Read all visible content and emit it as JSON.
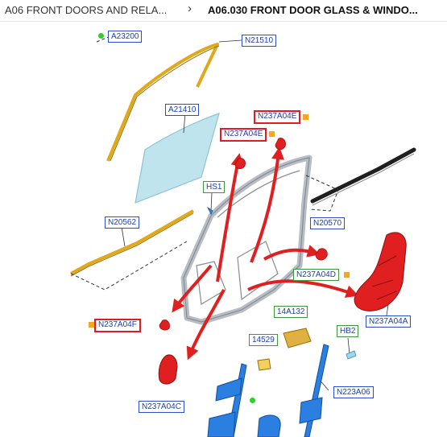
{
  "breadcrumb": {
    "parent": "A06 FRONT DOORS AND RELA...",
    "separator": "›",
    "current": "A06.030 FRONT DOOR GLASS & WINDO..."
  },
  "labels": {
    "a23200": "A23200",
    "n21510": "N21510",
    "a21410": "A21410",
    "n237a04e_upper": "N237A04E",
    "n237a04e_lower": "N237A04E",
    "hs1": "HS1",
    "n20562": "N20562",
    "n20570": "N20570",
    "n237a04d": "N237A04D",
    "n237a04a": "N237A04A",
    "a14a132": "14A132",
    "hb2": "HB2",
    "n237a04f": "N237A04F",
    "a14529": "14529",
    "n223a06": "N223A06",
    "n237a04c": "N237A04C"
  },
  "colors": {
    "callout_blue": "#2b4fc7",
    "callout_red": "#e01b24",
    "callout_green": "#3a9a3a",
    "marker_orange": "#f5a623",
    "marker_green": "#2bd02b",
    "part_gold": "#e0a81a",
    "part_glass": "#bfe4ee",
    "part_red": "#e02020",
    "part_blue": "#2a7fe0"
  }
}
